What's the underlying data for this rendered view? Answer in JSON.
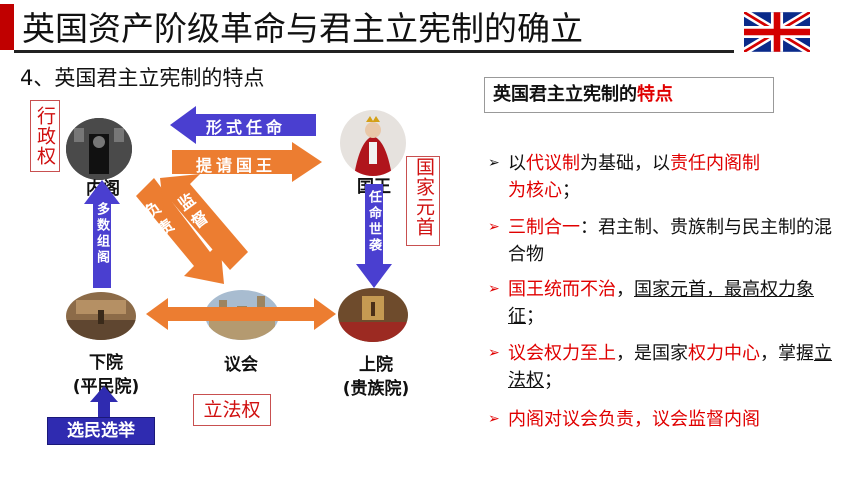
{
  "slide": {
    "title": "英国资产阶级革命与君主立宪制的确立",
    "subtitle": "4、英国君主立宪制的特点"
  },
  "diagram": {
    "exec_power": "行政权",
    "head_of_state": "国家元首",
    "legislative_power": "立法权",
    "cabinet": "内阁",
    "king": "国王",
    "parliament": "议会",
    "lower_house": "下院",
    "lower_house_alt": "(平民院)",
    "upper_house": "上院",
    "upper_house_alt": "(贵族院)",
    "arrow_formal_appoint": "形式任命",
    "arrow_nominate": "提请国王",
    "arrow_responsible": "负责",
    "arrow_supervise": "监督",
    "arrow_majority": "多数组阁",
    "arrow_appoint_hereditary": "任命世袭",
    "voters": "选民选举"
  },
  "features": {
    "title_prefix": "英国君主立宪制的",
    "title_highlight": "特点",
    "b1_a": "以",
    "b1_b": "代议制",
    "b1_c": "为基础，以",
    "b1_d": "责任内阁制",
    "b1_e": "为核心",
    "b1_f": "；",
    "b2_a": "三制合一",
    "b2_b": "：君主制、贵族制与民主制的混合物",
    "b3_a": "国王统而不治",
    "b3_b": "，",
    "b3_c": "国家元首，最高权力象征",
    "b3_d": "；",
    "b4_a": "议会权力至上",
    "b4_b": "，是国家",
    "b4_c": "权力中心",
    "b4_d": "，掌握",
    "b4_e": "立法权",
    "b4_f": "；",
    "b5": "内阁对议会负责，议会监督内阁"
  },
  "colors": {
    "accent_red": "#c00000",
    "arrow_blue": "#4a3fd0",
    "arrow_orange": "#ec7d31"
  }
}
